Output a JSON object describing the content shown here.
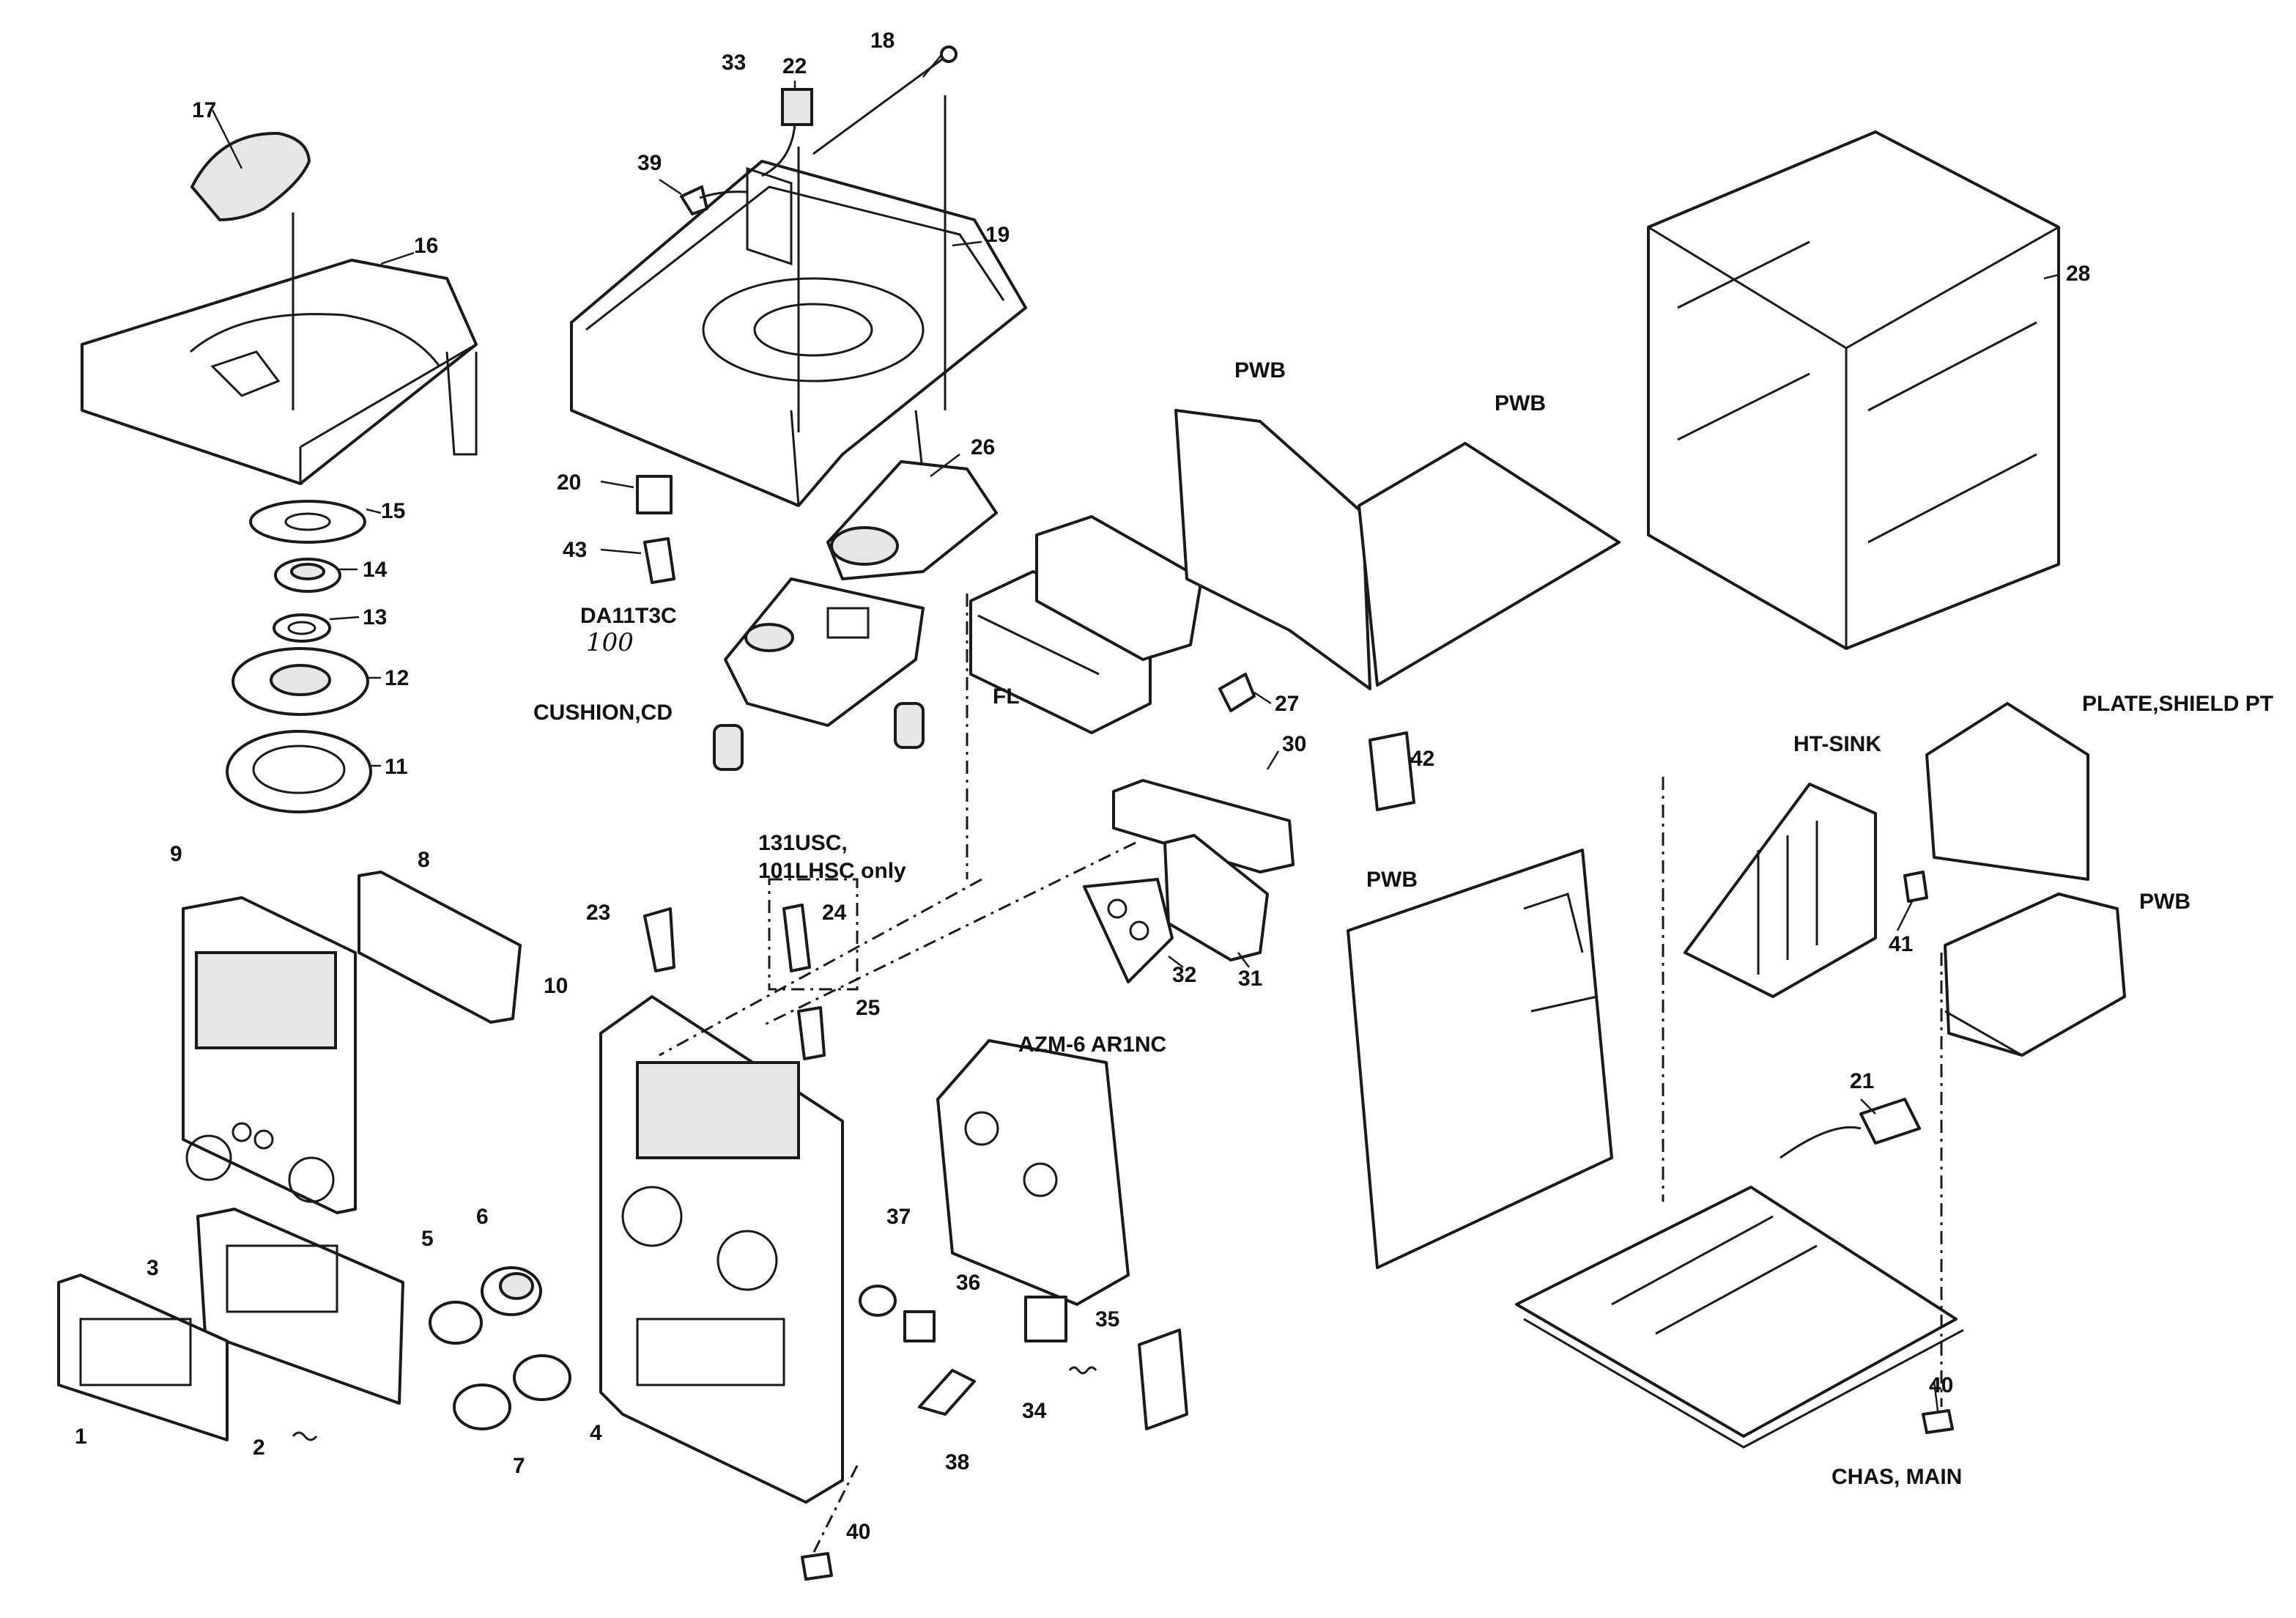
{
  "labels": {
    "l1": "1",
    "l2": "2",
    "l3": "3",
    "l4": "4",
    "l5": "5",
    "l6": "6",
    "l7": "7",
    "l8": "8",
    "l9": "9",
    "l10": "10",
    "l11": "11",
    "l12": "12",
    "l13": "13",
    "l14": "14",
    "l15": "15",
    "l16": "16",
    "l17": "17",
    "l18": "18",
    "l19": "19",
    "l20": "20",
    "l21": "21",
    "l22": "22",
    "l23": "23",
    "l24": "24",
    "l25": "25",
    "l26": "26",
    "l27": "27",
    "l28": "28",
    "l30": "30",
    "l31": "31",
    "l32": "32",
    "l33": "33",
    "l34": "34",
    "l35": "35",
    "l36": "36",
    "l37": "37",
    "l38": "38",
    "l39": "39",
    "l40a": "40",
    "l40b": "40",
    "l41": "41",
    "l42": "42",
    "l43": "43",
    "da11t3c": "DA11T3C",
    "da_hand": "100",
    "cushion_cd": "CUSHION,CD",
    "fl": "FL",
    "pwb1": "PWB",
    "pwb2": "PWB",
    "pwb3": "PWB",
    "pwb4": "PWB",
    "azm": "AZM-6 AR1NC",
    "note_a": "131USC,",
    "note_b": "101LHSC only",
    "ht_sink": "HT-SINK",
    "plate_shield": "PLATE,SHIELD PT",
    "chas_main": "CHAS, MAIN"
  }
}
